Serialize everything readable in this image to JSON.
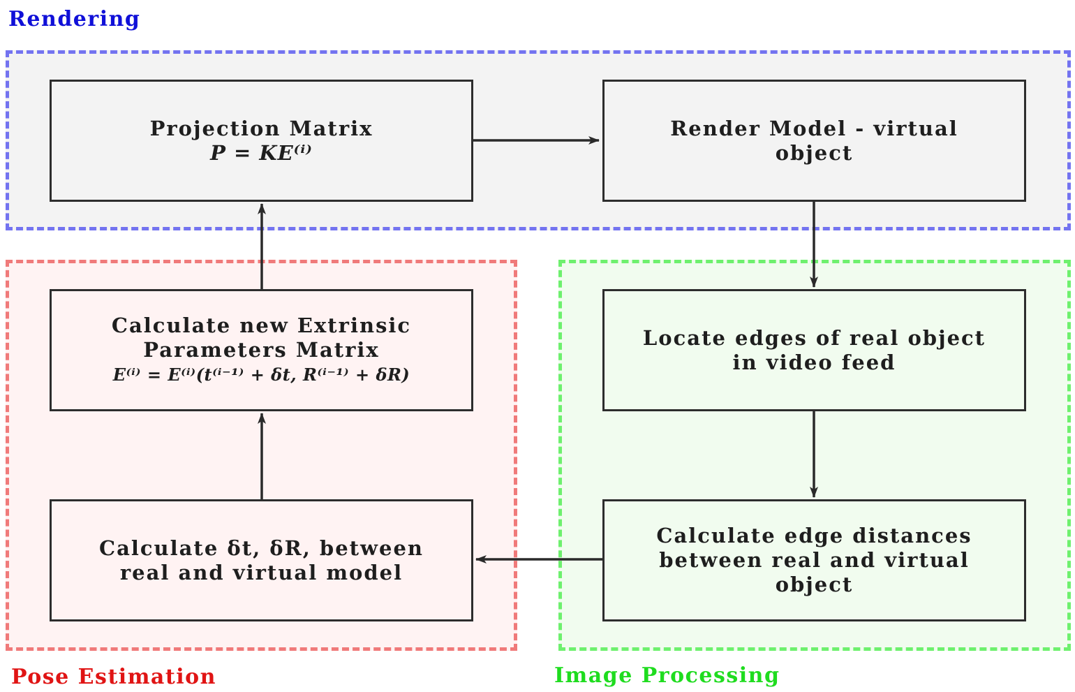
{
  "groups": {
    "rendering": {
      "title": "Rendering",
      "border_color": "#7373f0",
      "title_color": "#1010d8"
    },
    "pose": {
      "title": "Pose Estimation",
      "border_color": "#f07a7a",
      "title_color": "#e01414"
    },
    "image": {
      "title": "Image Processing",
      "border_color": "#6ef06e",
      "title_color": "#1fdc1f"
    }
  },
  "boxes": {
    "projection": {
      "line1": "Projection Matrix",
      "equation": "P = KE⁽ⁱ⁾"
    },
    "render_model": {
      "line1": "Render Model - virtual",
      "line2": "object"
    },
    "locate_edges": {
      "line1": "Locate edges of real object",
      "line2": "in video feed"
    },
    "edge_distances": {
      "line1": "Calculate edge distances",
      "line2": "between real and virtual",
      "line3": "object"
    },
    "extrinsic": {
      "line1": "Calculate new Extrinsic",
      "line2": "Parameters Matrix",
      "equation": "E⁽ⁱ⁾ = E⁽ⁱ⁾(t⁽ⁱ⁻¹⁾ + δt, R⁽ⁱ⁻¹⁾ + δR)"
    },
    "calc_delta": {
      "line1": "Calculate δt, δR, between",
      "line2": "real and virtual model"
    }
  },
  "colors": {
    "box_border": "#2d2d2d",
    "arrow": "#2a2a2a"
  }
}
